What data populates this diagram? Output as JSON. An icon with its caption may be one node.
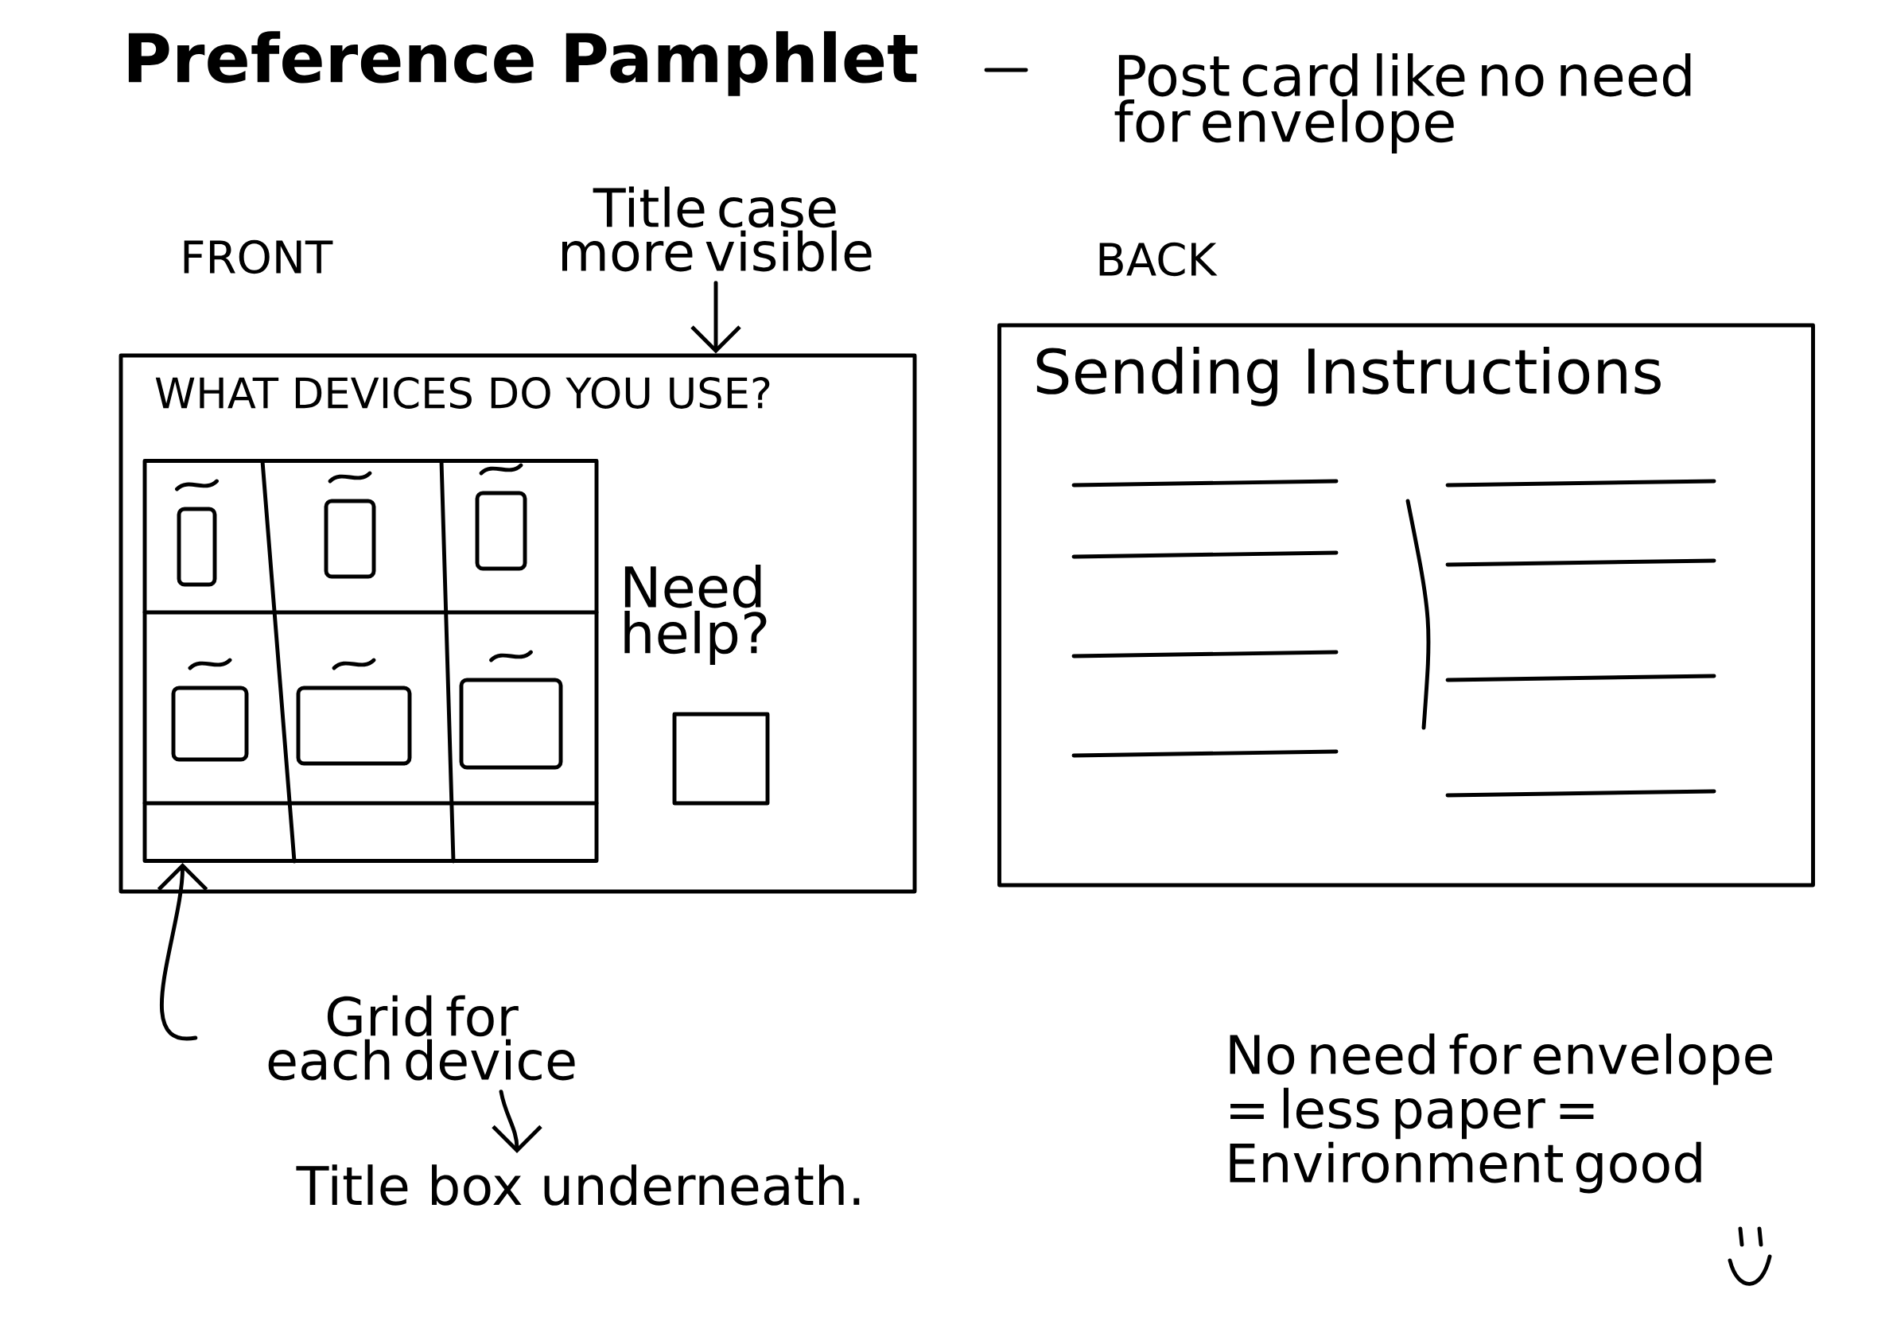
{
  "diagram": {
    "title": "Preference Pamphlet",
    "nodes": [
      {
        "text": [
          "WHAT DEVICES DO YOU USE?",
          "Need help?"
        ],
        "beside": [
          "FRONT"
        ]
      },
      {
        "text": [],
        "shape": "box",
        "in": 0
      },
      {
        "text": [
          "Title case more visible"
        ]
      },
      {
        "text": [
          "Grid for each device"
        ]
      },
      {
        "text": [
          "Title box underneath."
        ]
      },
      {
        "text": [
          "Sending Instructions"
        ],
        "beside": [
          "BACK"
        ]
      }
    ],
    "edges": [
      {
        "from": 2,
        "to": 0,
        "arrow": "to"
      },
      {
        "from": 3,
        "to": 1,
        "arrow": "to"
      },
      {
        "from": 3,
        "to": 4,
        "arrow": "to"
      }
    ],
    "labels": [
      "Post card like no need for envelope",
      "No need for envelope = less paper = Environment good"
    ]
  }
}
